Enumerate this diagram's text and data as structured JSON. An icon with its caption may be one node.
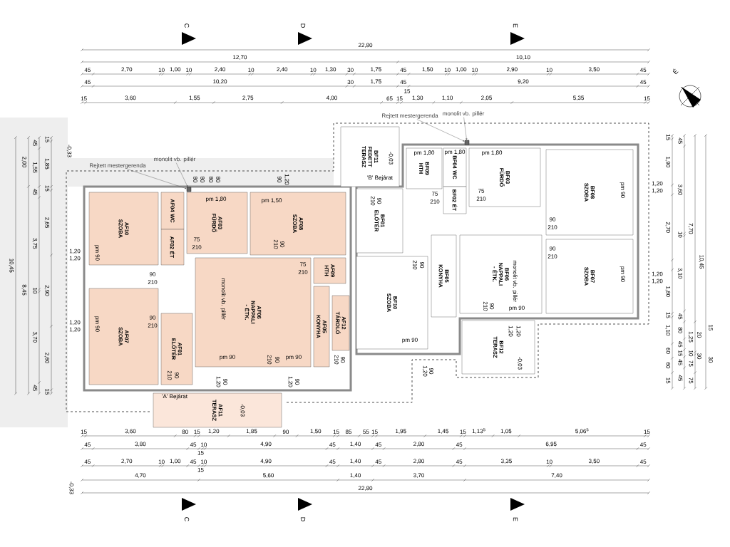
{
  "diagram": {
    "nodes": [
      {
        "text": [
          "AF10 SZOBA"
        ]
      },
      {
        "text": [
          "AF04 WC"
        ]
      },
      {
        "text": [
          "AF03 FÜRDŐ"
        ]
      },
      {
        "text": [
          "AF08 SZOBA"
        ]
      },
      {
        "text": [
          "AF02 ÉT"
        ]
      },
      {
        "text": [
          "AF09 HTH"
        ]
      },
      {
        "text": [
          "AF06 NAPPALI - ÉTK."
        ]
      },
      {
        "text": [
          "AF05 KONYHA"
        ]
      },
      {
        "text": [
          "AF07 SZOBA"
        ]
      },
      {
        "text": [
          "AF01 ELŐTÉR"
        ]
      },
      {
        "text": [
          "AF12 TÁROLÓ"
        ]
      },
      {
        "text": [
          "AF11 TERASZ"
        ]
      },
      {
        "text": [
          "BF11 FEDETT TERASZ"
        ]
      },
      {
        "text": [
          "BF09 HTH"
        ]
      },
      {
        "text": [
          "BF04 WC"
        ]
      },
      {
        "text": [
          "BF03 FÜRDŐ"
        ]
      },
      {
        "text": [
          "BF08 SZOBA"
        ]
      },
      {
        "text": [
          "BF02 ÉT"
        ]
      },
      {
        "text": [
          "BF01 ELŐTÉR"
        ]
      },
      {
        "text": [
          "BF06 NAPPALI - ÉTK."
        ]
      },
      {
        "text": [
          "BF05 KONYHA"
        ]
      },
      {
        "text": [
          "BF07 SZOBA"
        ]
      },
      {
        "text": [
          "BF10 SZOBA"
        ]
      },
      {
        "text": [
          "BF12 TERASZ"
        ]
      },
      {
        "text": [
          "Rejtett mestergerenda"
        ]
      },
      {
        "text": [
          "monolit vb. pillér"
        ]
      },
      {
        "text": [
          "Rejtett mestergerenda"
        ]
      },
      {
        "text": [
          "monolit vb. pillér"
        ]
      },
      {
        "text": [],
        "shape": "box"
      },
      {
        "text": [],
        "shape": "box"
      }
    ],
    "edges": [
      {
        "from": 24,
        "to": 28,
        "arrow": "to"
      },
      {
        "from": 25,
        "to": 28,
        "arrow": "to"
      },
      {
        "from": 26,
        "to": 29,
        "arrow": "to"
      },
      {
        "from": 27,
        "to": 29,
        "arrow": "to"
      }
    ],
    "labels": [
      "C",
      "D",
      "E",
      "É",
      "22,80",
      "12,70",
      "10,10",
      "45",
      "2,70",
      "10",
      "1,00",
      "10",
      "2,40",
      "10",
      "2,40",
      "10",
      "1,30",
      "30",
      "1,75",
      "45",
      "1,50",
      "10",
      "1,00",
      "10",
      "2,90",
      "10",
      "3,50",
      "45",
      "45",
      "10,20",
      "30",
      "1,75",
      "45",
      "9,20",
      "45",
      "15",
      "15",
      "3,60",
      "1,55",
      "2,75",
      "4,00",
      "65",
      "15",
      "1,30",
      "1,10",
      "2,05",
      "5,35",
      "15",
      "15",
      "1,90",
      "2,70",
      "1,80",
      "15",
      "1,10",
      "60",
      "60",
      "15",
      "45",
      "3,60",
      "10",
      "3,10",
      "45",
      "80",
      "45",
      "15",
      "45",
      "45",
      "7,70",
      "1,25",
      "10",
      "75",
      "75",
      "20",
      "30",
      "15",
      "30",
      "10,45",
      "1,20",
      "1,20",
      "1,20",
      "1,20",
      "15",
      "3,60",
      "80",
      "15",
      "1,20",
      "1,85",
      "90",
      "1,50",
      "15",
      "85",
      "55",
      "15",
      "1,95",
      "1,45",
      "15",
      "1,13$^{5}$",
      "1,05",
      "5,06$^{5}$",
      "15",
      "45",
      "3,80",
      "45",
      "15",
      "10",
      "4,90",
      "45",
      "1,40",
      "45",
      "2,80",
      "45",
      "6,95",
      "45",
      "45",
      "2,70",
      "10",
      "1,00",
      "45",
      "15",
      "10",
      "4,90",
      "45",
      "1,40",
      "45",
      "2,80",
      "45",
      "3,35",
      "10",
      "3,50",
      "45",
      "4,70",
      "5,60",
      "1,40",
      "3,70",
      "7,40",
      "22,80",
      "10,45",
      "2,00",
      "8,45",
      "45",
      "1,55",
      "45",
      "3,75",
      "10",
      "3,70",
      "45",
      "15",
      "1,85",
      "15",
      "2,65",
      "2,90",
      "2,60",
      "15",
      "1,20",
      "1,20",
      "1,20",
      "1,20",
      "-0,33",
      "-0,33",
      "80",
      "80",
      "80",
      "80",
      "90",
      "1,20",
      "pm 1,80",
      "pm 1,50",
      "pm 90",
      "pm 90",
      "pm 90",
      "pm 90",
      "pm 90",
      "pm 90",
      "pm 1,80",
      "pm 1,80",
      "pm 1,80",
      "pm 90",
      "pm 90",
      "90",
      "210",
      "90",
      "210",
      "75",
      "210",
      "90",
      "210",
      "75",
      "210",
      "210",
      "90",
      "210",
      "90",
      "210",
      "90",
      "210",
      "90",
      "75",
      "210",
      "75",
      "210",
      "90",
      "210",
      "90",
      "210",
      "210",
      "90",
      "210",
      "90",
      "1,20",
      "90",
      "1,20",
      "90",
      "1,20",
      "90",
      "1,20",
      "1,20",
      "-0,03",
      "-0,03",
      "-0,03",
      "'A' Bejárat",
      "'B' Bejárat",
      "monolit vb. pillér",
      "monolit vb. pillér",
      "C",
      "D",
      "E"
    ]
  }
}
